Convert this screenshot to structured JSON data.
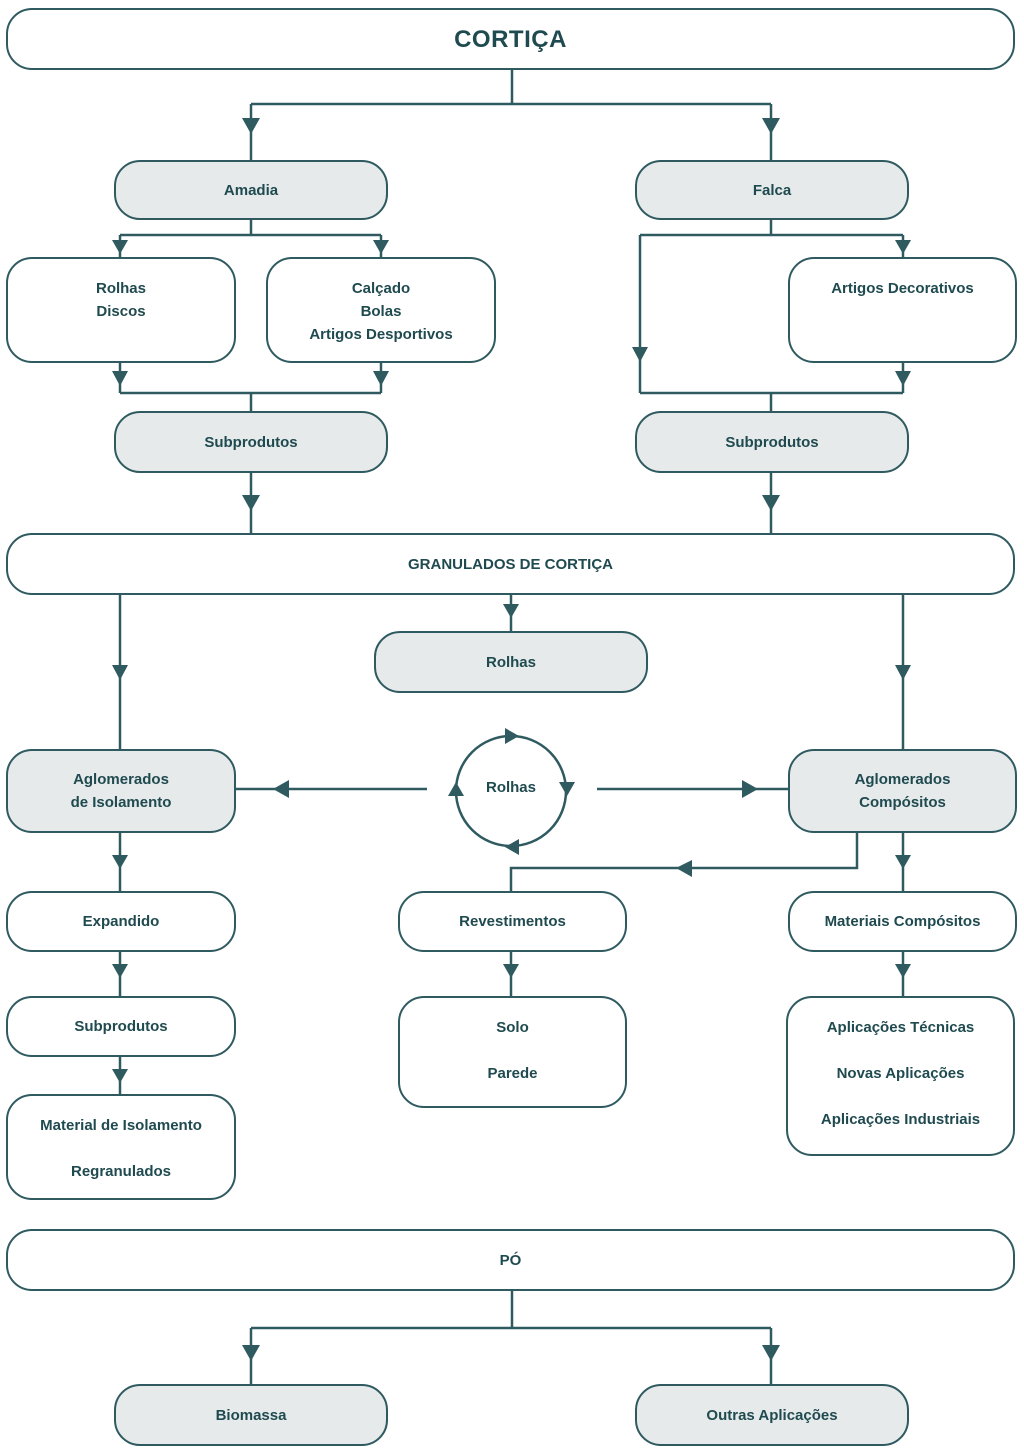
{
  "diagram": {
    "title": "CORTIÇA",
    "amadia": "Amadia",
    "falca": "Falca",
    "amadia_products_a": [
      "Rolhas",
      "Discos"
    ],
    "amadia_products_b": [
      "Calçado",
      "Bolas",
      "Artigos Desportivos"
    ],
    "falca_products": [
      "Artigos Decorativos"
    ],
    "subprodutos_left": "Subprodutos",
    "subprodutos_right": "Subprodutos",
    "granulados": "GRANULADOS DE CORTIÇA",
    "rolhas_top": "Rolhas",
    "rolhas_cycle": "Rolhas",
    "aglomerados_isolamento": [
      "Aglomerados",
      "de Isolamento"
    ],
    "aglomerados_compositos": [
      "Aglomerados",
      "Compósitos"
    ],
    "expandido": "Expandido",
    "revestimentos": "Revestimentos",
    "materiais_compositos": "Materiais Compósitos",
    "subprodutos_lower": "Subprodutos",
    "revestimentos_products": [
      "Solo",
      "Parede"
    ],
    "compositos_products": [
      "Aplicações Técnicas",
      "Novas Aplicações",
      "Aplicações Industriais"
    ],
    "isolamento_products": [
      "Material de Isolamento",
      "Regranulados"
    ],
    "po": "PÓ",
    "biomassa": "Biomassa",
    "outras": "Outras Aplicações"
  },
  "colors": {
    "stroke": "#2e5a60",
    "fill": "#e6eaeb",
    "text": "#1f4a4f"
  }
}
